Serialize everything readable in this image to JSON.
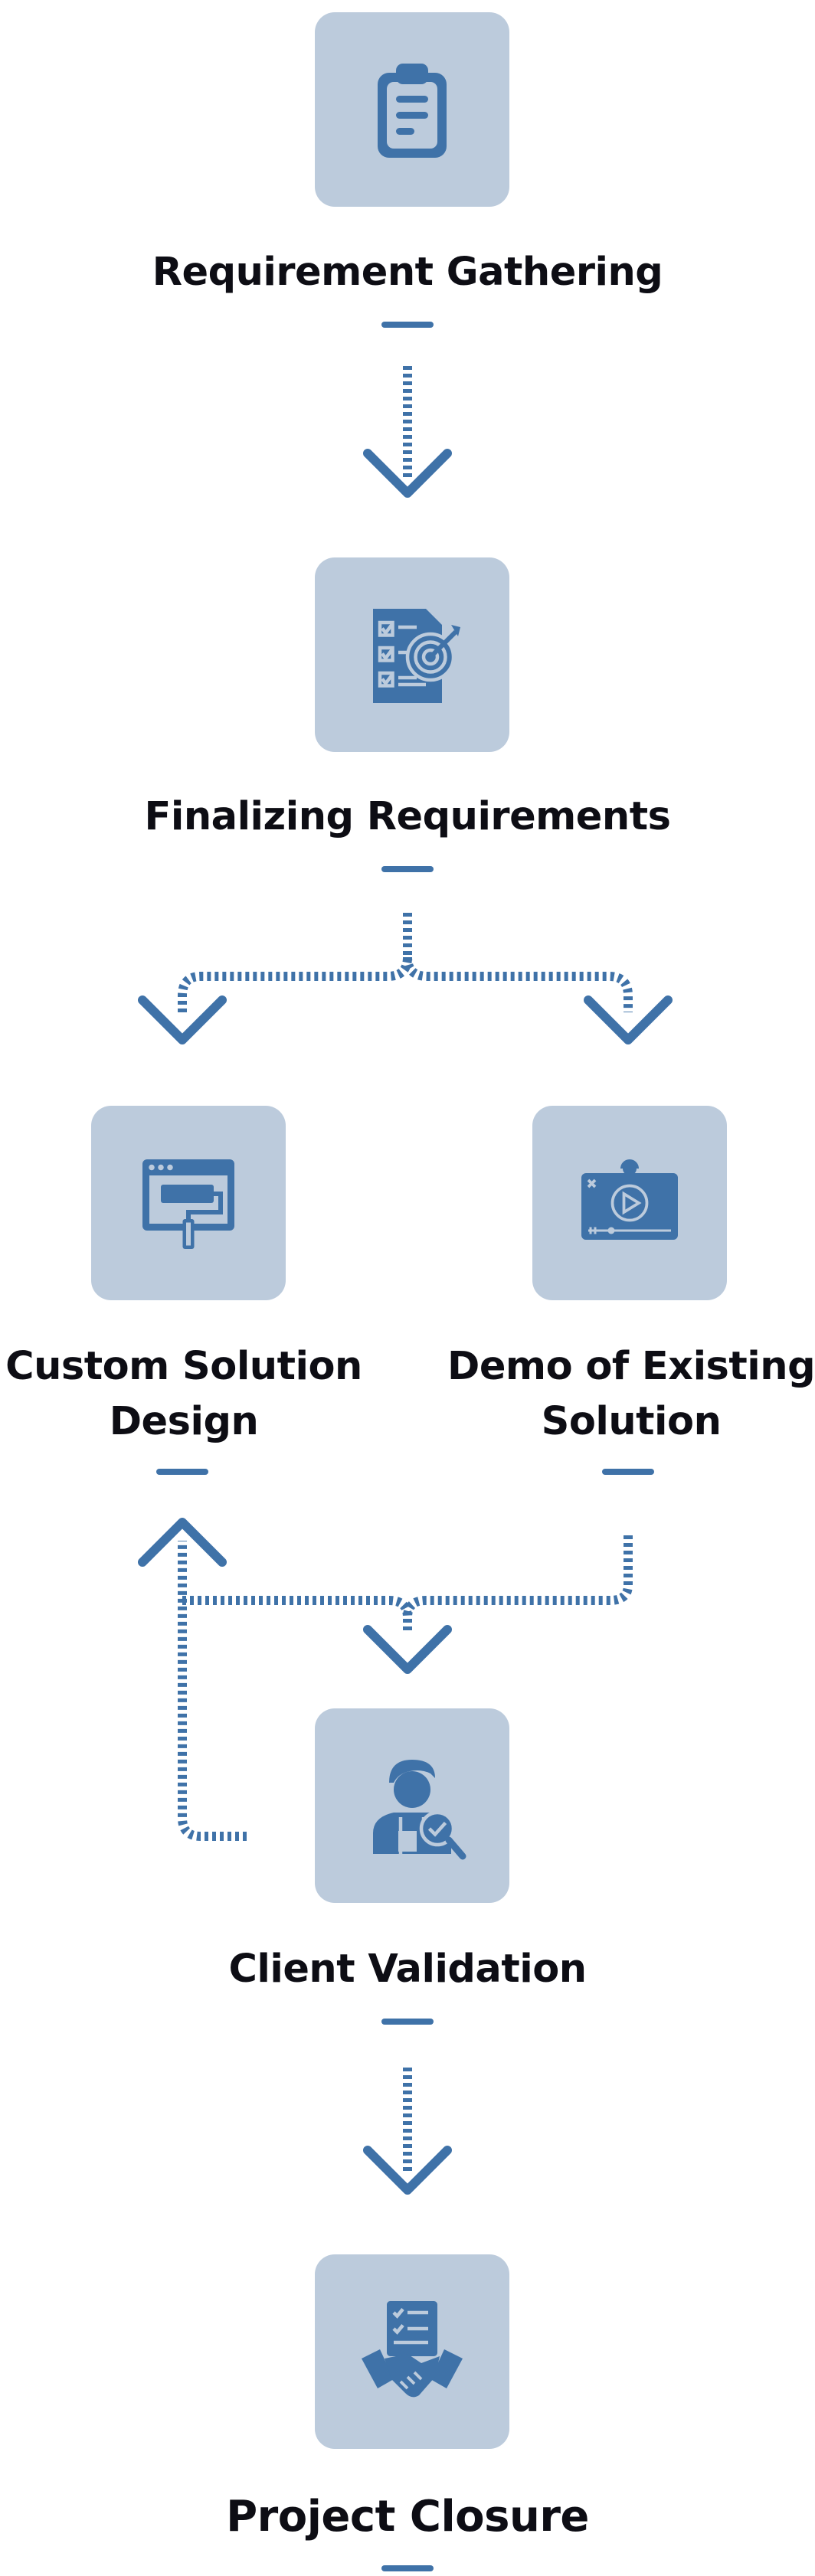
{
  "steps": {
    "requirement_gathering": {
      "label": "Requirement Gathering",
      "icon": "clipboard-icon"
    },
    "finalizing_requirements": {
      "label": "Finalizing Requirements",
      "icon": "checklist-target-icon"
    },
    "custom_solution_design": {
      "label_line1": "Custom Solution",
      "label_line2": "Design",
      "icon": "paint-roller-window-icon"
    },
    "demo_existing_solution": {
      "label_line1": "Demo of Existing",
      "label_line2": "Solution",
      "icon": "video-player-icon"
    },
    "client_validation": {
      "label": "Client Validation",
      "icon": "person-check-icon"
    },
    "project_closure": {
      "label": "Project Closure",
      "icon": "handshake-document-icon"
    }
  },
  "colors": {
    "accent": "#3f72a8",
    "tile": "#bccbdc",
    "text": "#0d0d14"
  }
}
